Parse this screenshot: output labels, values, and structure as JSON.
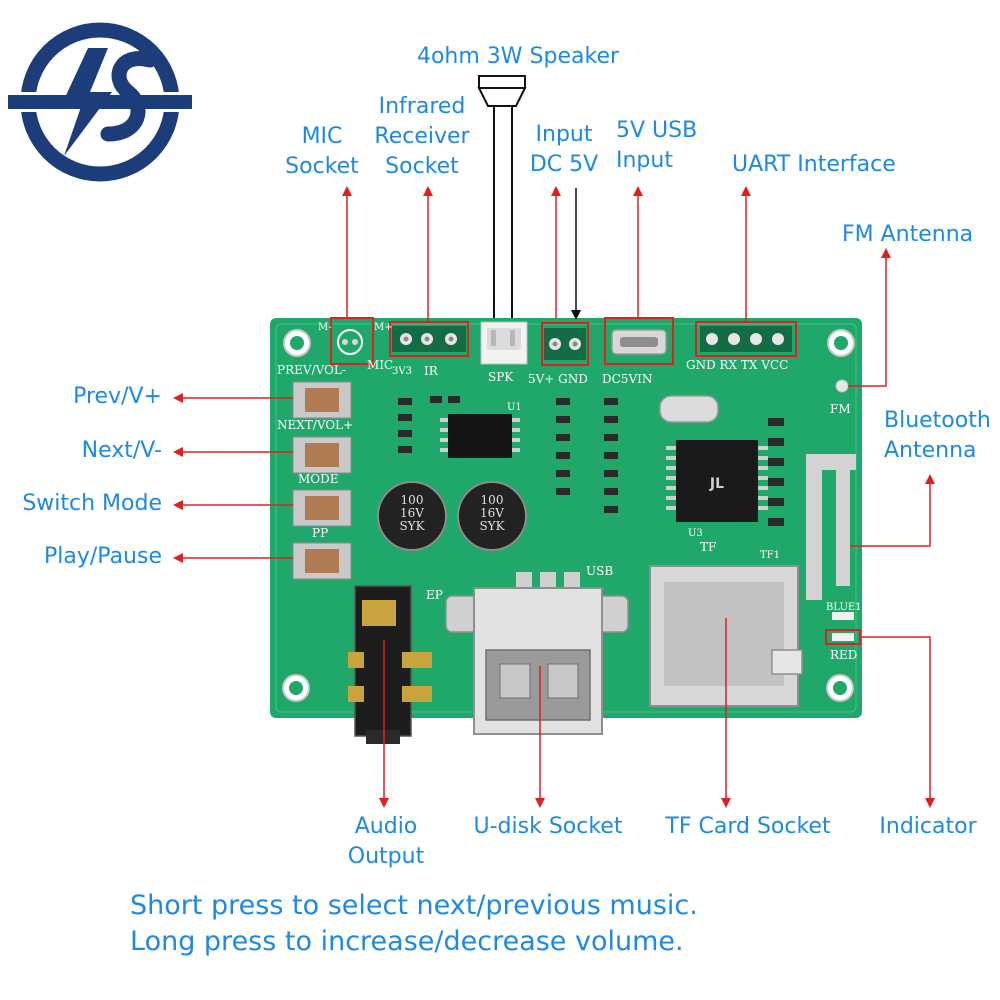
{
  "callouts": {
    "speaker": "4ohm 3W Speaker",
    "ir_line1": "Infrared",
    "ir_line2": "Receiver",
    "ir_line3": "Socket",
    "mic_line1": "MIC",
    "mic_line2": "Socket",
    "dc_line1": "Input",
    "dc_line2": "DC 5V",
    "usb_in_line1": "5V USB",
    "usb_in_line2": "Input",
    "uart": "UART Interface",
    "fm": "FM Antenna",
    "bt_line1": "Bluetooth",
    "bt_line2": "Antenna",
    "prev": "Prev/V+",
    "next": "Next/V-",
    "mode": "Switch Mode",
    "play": "Play/Pause",
    "audio_line1": "Audio",
    "audio_line2": "Output",
    "udisk": "U-disk Socket",
    "tf": "TF Card Socket",
    "indicator": "Indicator"
  },
  "notes": {
    "line1": "Short press to select next/previous music.",
    "line2": "Long press to increase/decrease volume."
  },
  "silkscreen": {
    "prev_vol": "PREV/VOL-",
    "next_vol": "NEXT/VOL+",
    "mode": "MODE",
    "pp": "PP",
    "mic": "MIC",
    "m_minus": "M-",
    "m_plus": "M+",
    "pin_3v3": "3V3",
    "ir": "IR",
    "spk": "SPK",
    "pwr": "5V+ GND",
    "dc5vin": "DC5VIN",
    "uart_pins": "GND RX TX VCC",
    "fm": "FM",
    "usb": "USB",
    "ep": "EP",
    "tf": "TF",
    "tf1": "TF1",
    "blue1": "BLUE1",
    "red": "RED",
    "u1": "U1",
    "u3": "U3"
  },
  "capacitor": {
    "line1": "100",
    "line2": "16V",
    "line3": "SYK"
  },
  "colors": {
    "label": "#1e88e5",
    "arrow": "#e02020",
    "pcb": "#1fa86a",
    "logo": "#1c3d7a"
  },
  "icons": {
    "logo": "lightning-s-logo-icon"
  }
}
